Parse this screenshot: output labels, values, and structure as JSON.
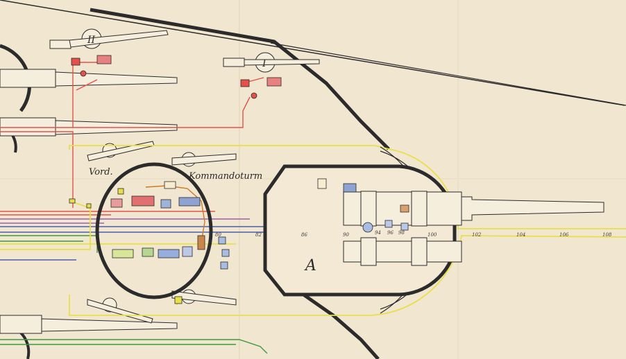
{
  "labels": {
    "vord": "Vord.",
    "kommandoturm": "Kommandoturm",
    "turret_a": "A",
    "turret_one": "I",
    "turret_two": "II"
  },
  "frame_numbers": [
    "80",
    "82",
    "86",
    "90",
    "94",
    "96",
    "98",
    "100",
    "102",
    "104",
    "106",
    "108"
  ],
  "colors": {
    "paper": "#f1e6cf",
    "ink": "#2b2b2b",
    "red": "#e4504a",
    "yellow": "#e8e04a",
    "blue": "#4a5fae",
    "green": "#3d9a3f",
    "orange": "#c97a2a",
    "purple": "#9a5fb0"
  }
}
